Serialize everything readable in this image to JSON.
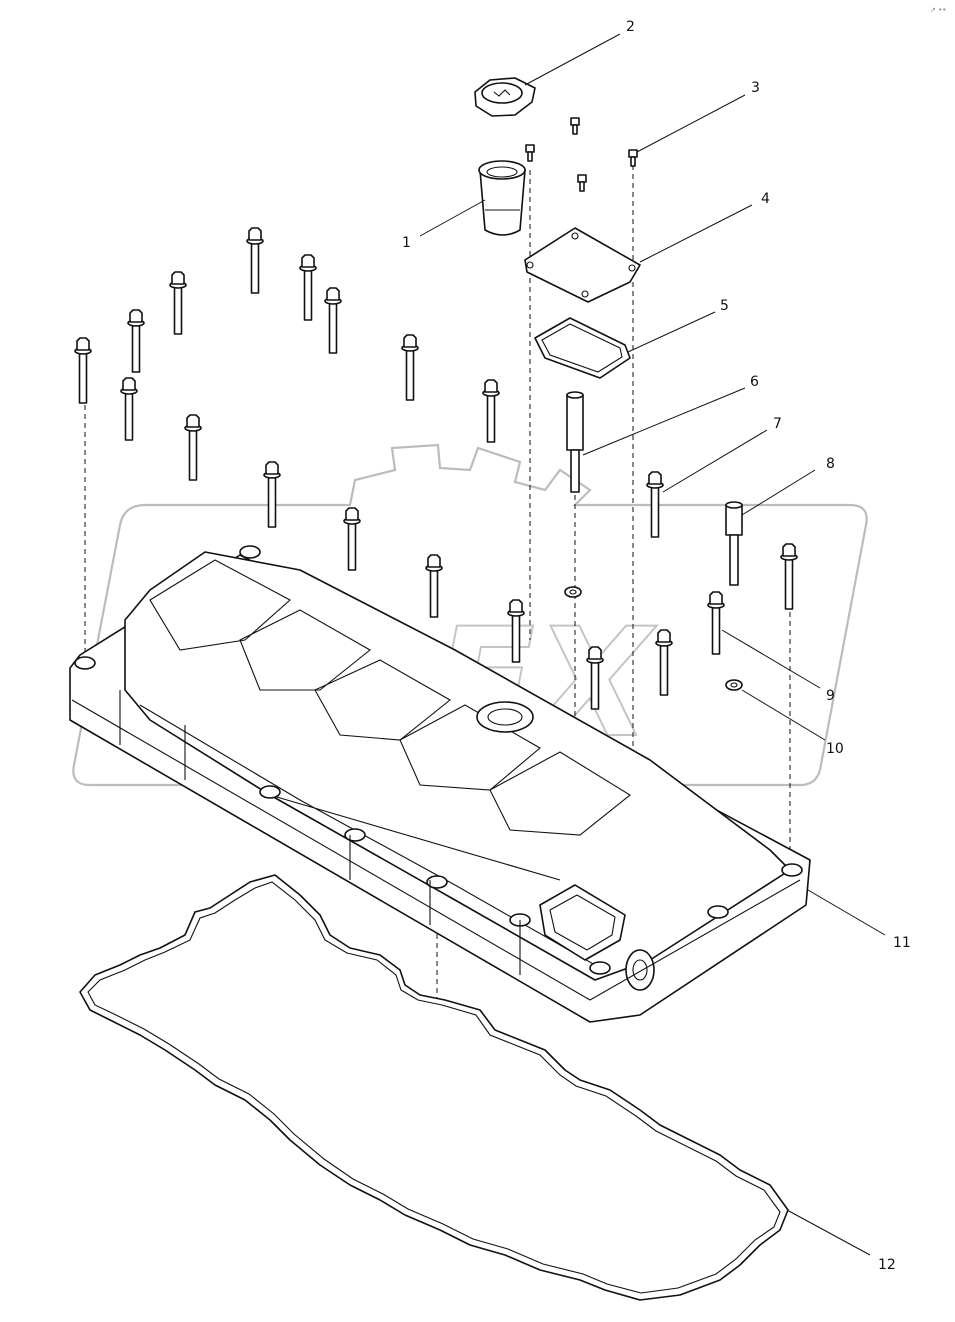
{
  "callouts": {
    "c1": "1",
    "c2": "2",
    "c3": "3",
    "c4": "4",
    "c5": "5",
    "c6": "6",
    "c7": "7",
    "c8": "8",
    "c9": "9",
    "c10": "10",
    "c11": "11",
    "c12": "12"
  },
  "watermark": {
    "text": "OPEX",
    "color": "#c4c4c4"
  },
  "corner_mark": "↗ ••"
}
